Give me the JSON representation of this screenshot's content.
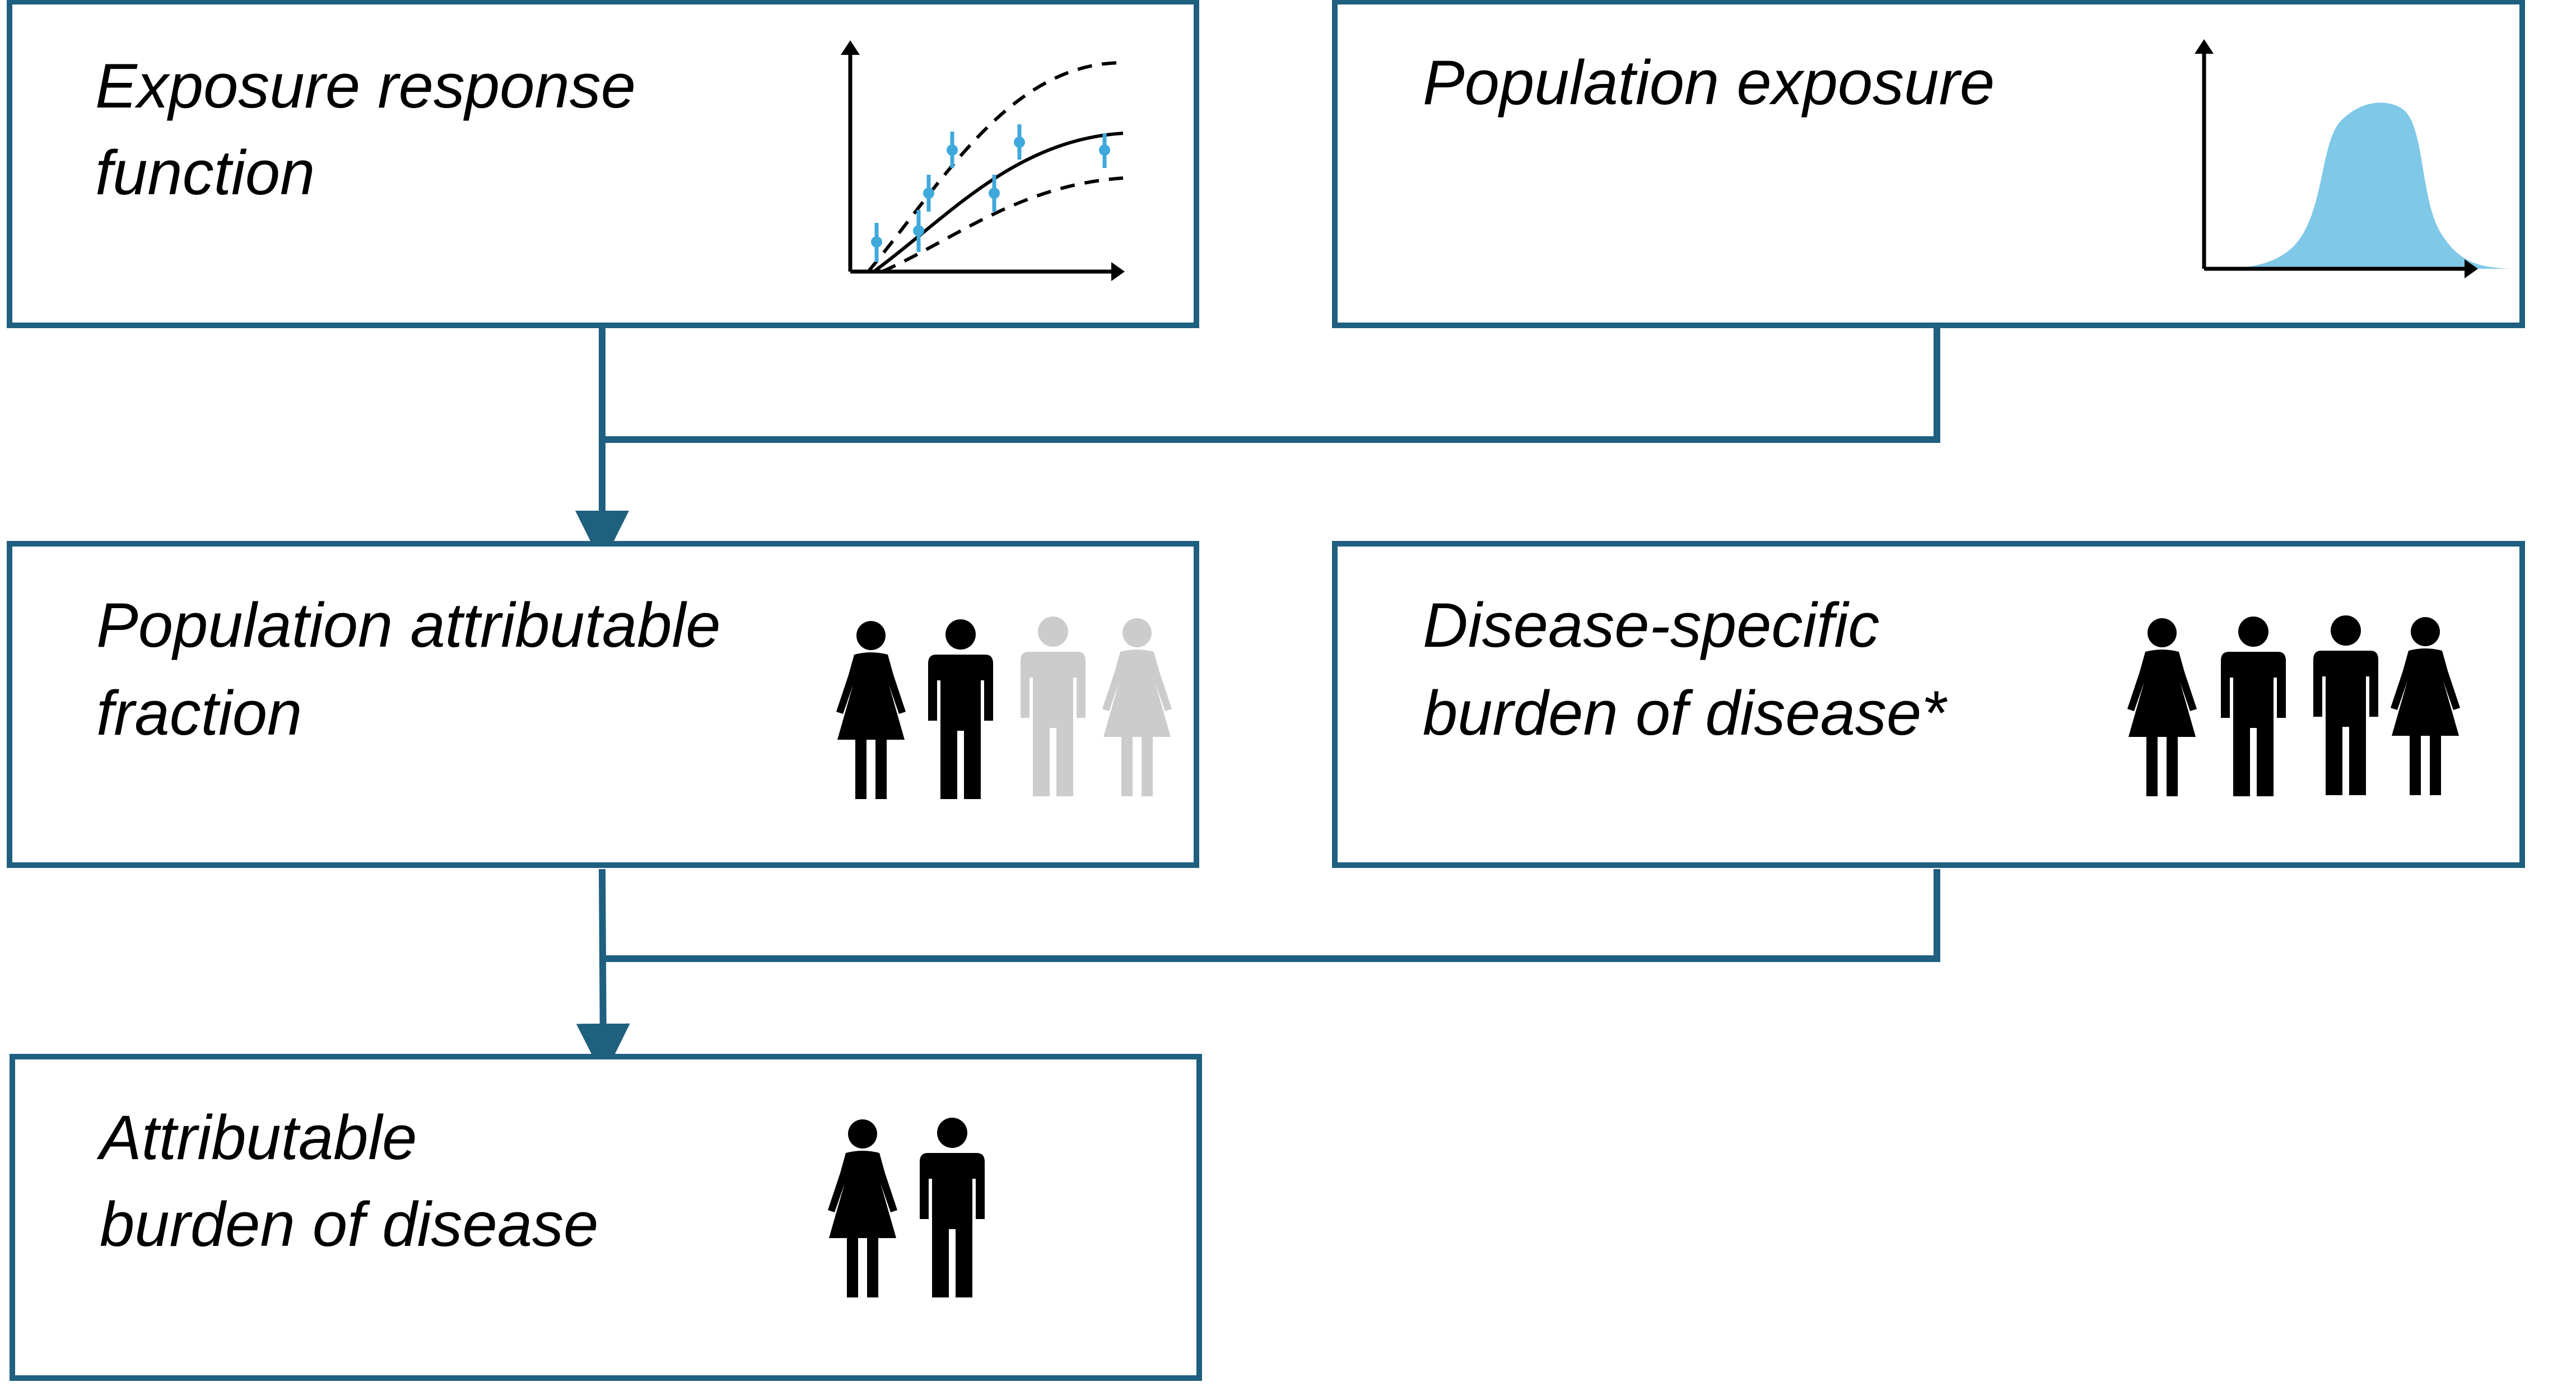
{
  "boxes": {
    "exposure_response": {
      "line1": "Exposure response",
      "line2": "function"
    },
    "population_exposure": {
      "line1": "Population exposure"
    },
    "paf": {
      "line1": "Population attributable",
      "line2": "fraction"
    },
    "disease_burden": {
      "line1": "Disease-specific",
      "line2": "burden of disease*"
    },
    "attributable_burden": {
      "line1": "Attributable",
      "line2": "burden of disease"
    }
  },
  "colors": {
    "box_border": "#1f5f7f",
    "connector": "#1f5f7f",
    "data_point": "#3fa9dc",
    "distribution_fill": "#7fc8e8",
    "person_dark": "#000000",
    "person_faded": "#cccccc"
  },
  "icons": {
    "exposure_response": "dose-response-curve-icon",
    "population_exposure": "distribution-curve-icon",
    "person_female": "person-female-icon",
    "person_male": "person-male-icon"
  }
}
